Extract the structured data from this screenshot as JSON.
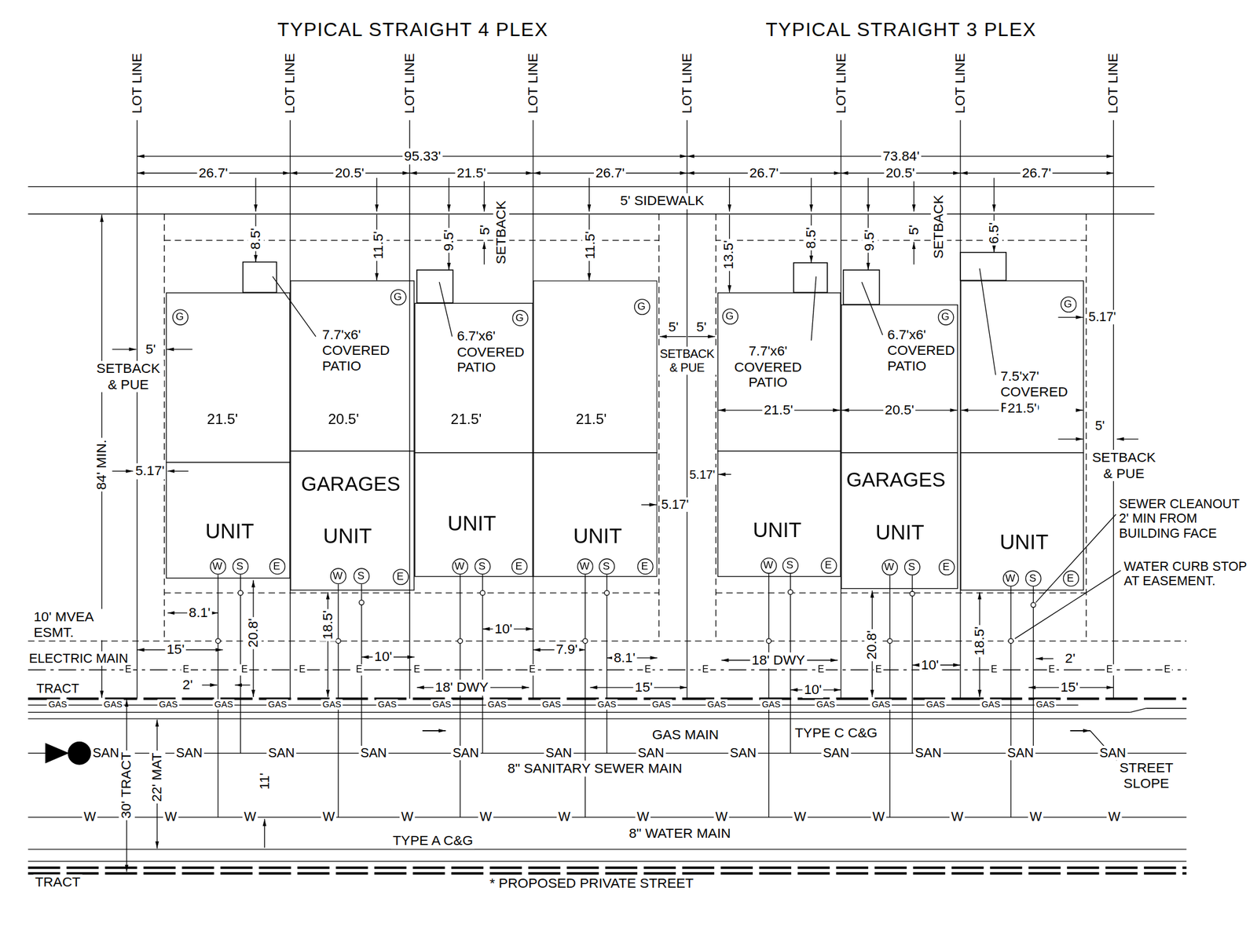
{
  "diagram": {
    "nodes": [
      {
        "text": [
          "21.5'",
          "UNIT"
        ]
      },
      {
        "text": [
          "G"
        ],
        "in": 0
      },
      {
        "text": [
          "W"
        ],
        "in": 0
      },
      {
        "text": [
          "S"
        ],
        "in": 0
      },
      {
        "text": [
          "E"
        ],
        "in": 0
      },
      {
        "text": [
          "20.5'",
          "GARAGES",
          "UNIT"
        ]
      },
      {
        "text": [
          "G"
        ],
        "in": 5
      },
      {
        "text": [
          "W"
        ],
        "in": 5
      },
      {
        "text": [
          "S"
        ],
        "in": 5
      },
      {
        "text": [
          "E"
        ],
        "in": 5
      },
      {
        "text": [
          "21.5'",
          "UNIT"
        ]
      },
      {
        "text": [
          "G"
        ],
        "in": 10
      },
      {
        "text": [
          "W"
        ],
        "in": 10
      },
      {
        "text": [
          "S"
        ],
        "in": 10
      },
      {
        "text": [
          "E"
        ],
        "in": 10
      },
      {
        "text": [
          "21.5'",
          "UNIT"
        ]
      },
      {
        "text": [
          "G"
        ],
        "in": 15
      },
      {
        "text": [
          "W"
        ],
        "in": 15
      },
      {
        "text": [
          "S"
        ],
        "in": 15
      },
      {
        "text": [
          "E"
        ],
        "in": 15
      },
      {
        "text": [
          "UNIT"
        ]
      },
      {
        "text": [
          "G"
        ],
        "in": 20
      },
      {
        "text": [
          "W"
        ],
        "in": 20
      },
      {
        "text": [
          "S"
        ],
        "in": 20
      },
      {
        "text": [
          "E"
        ],
        "in": 20
      },
      {
        "text": [
          "GARAGES",
          "UNIT"
        ]
      },
      {
        "text": [
          "G"
        ],
        "in": 25
      },
      {
        "text": [
          "W"
        ],
        "in": 25
      },
      {
        "text": [
          "S"
        ],
        "in": 25
      },
      {
        "text": [
          "E"
        ],
        "in": 25
      },
      {
        "text": [
          "UNIT"
        ]
      },
      {
        "text": [
          "G"
        ],
        "in": 30
      },
      {
        "text": [
          "W"
        ],
        "in": 30
      },
      {
        "text": [
          "S"
        ],
        "in": 30
      },
      {
        "text": [
          "E"
        ],
        "in": 30
      }
    ],
    "labels": [
      "TYPICAL STRAIGHT 4 PLEX",
      "TYPICAL STRAIGHT 3 PLEX",
      "LOT LINE",
      "LOT LINE",
      "LOT LINE",
      "LOT LINE",
      "LOT LINE",
      "LOT LINE",
      "LOT LINE",
      "LOT LINE",
      "95.33'",
      "73.84'",
      "26.7'",
      "20.5'",
      "21.5'",
      "26.7'",
      "26.7'",
      "20.5'",
      "26.7'",
      "5' SIDEWALK",
      "8.5'",
      "11.5'",
      "9.5'",
      "5'",
      "SETBACK",
      "11.5'",
      "13.5'",
      "8.5'",
      "9.5'",
      "5'",
      "SETBACK",
      "6.5'",
      "7.7'x6' COVERED PATIO",
      "6.7'x6' COVERED PATIO",
      "7.7'x6' COVERED PATIO",
      "6.7'x6' COVERED PATIO",
      "7.5'x7' COVERED PATIO",
      "5'",
      "SETBACK & PUE",
      "5.17'",
      "84' MIN.",
      "5'",
      "5'",
      "SETBACK & PUE",
      "5.17'",
      "5.17'",
      "5.17'",
      "5'",
      "SETBACK & PUE",
      "21.5'",
      "20.5'",
      "21.5'",
      "SEWER CLEANOUT 2' MIN FROM BUILDING FACE",
      "WATER CURB STOP AT EASEMENT.",
      "10' MVEA ESMT.",
      "8.1'",
      "15'",
      "20.8'",
      "2'",
      "18.5'",
      "10'",
      "10'",
      "18' DWY",
      "7.9'",
      "8.1'",
      "15'",
      "ELECTRIC MAIN",
      "TRACT",
      "18' DWY",
      "20.8'",
      "10'",
      "10'",
      "18.5'",
      "2'",
      "15'",
      "E",
      "E",
      "E",
      "E",
      "E",
      "E",
      "E",
      "E",
      "E",
      "E",
      "E",
      "E",
      "E",
      "E",
      "E",
      "GAS",
      "GAS",
      "GAS",
      "GAS",
      "GAS",
      "GAS",
      "GAS",
      "GAS",
      "GAS",
      "GAS",
      "GAS",
      "GAS",
      "GAS",
      "GAS",
      "GAS",
      "GAS",
      "GAS",
      "GAS",
      "GAS",
      "SAN",
      "SAN",
      "SAN",
      "SAN",
      "SAN",
      "SAN",
      "SAN",
      "SAN",
      "SAN",
      "SAN",
      "SAN",
      "SAN",
      "W",
      "W",
      "W",
      "W",
      "W",
      "W",
      "W",
      "W",
      "W",
      "W",
      "W",
      "W",
      "W",
      "W",
      "GAS MAIN",
      "TYPE C C&G",
      "8\" SANITARY SEWER MAIN",
      "STREET SLOPE",
      "30' TRACT",
      "22' MAT",
      "11'",
      "TYPE A C&G",
      "8\" WATER MAIN",
      "TRACT",
      "* PROPOSED PRIVATE STREET"
    ]
  }
}
